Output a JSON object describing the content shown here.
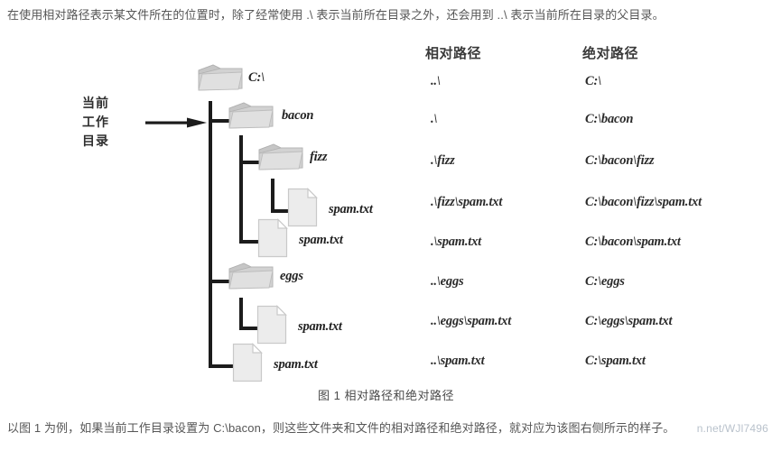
{
  "intro_text": "在使用相对路径表示某文件所在的位置时，除了经常使用 .\\ 表示当前所在目录之外，还会用到 ..\\ 表示当前所在目录的父目录。",
  "figure": {
    "headers": {
      "relative": "相对路径",
      "absolute": "绝对路径"
    },
    "cwd_label": {
      "line1": "当前",
      "line2": "工作",
      "line3": "目录"
    },
    "rows": [
      {
        "name": "C:\\",
        "icon": "folder-icon",
        "depth": 0,
        "relative": "..\\",
        "absolute": "C:\\"
      },
      {
        "name": "bacon",
        "icon": "folder-icon",
        "depth": 1,
        "relative": ".\\",
        "absolute": "C:\\bacon"
      },
      {
        "name": "fizz",
        "icon": "folder-icon",
        "depth": 2,
        "relative": ".\\fizz",
        "absolute": "C:\\bacon\\fizz"
      },
      {
        "name": "spam.txt",
        "icon": "file-icon",
        "depth": 3,
        "relative": ".\\fizz\\spam.txt",
        "absolute": "C:\\bacon\\fizz\\spam.txt"
      },
      {
        "name": "spam.txt",
        "icon": "file-icon",
        "depth": 2,
        "relative": ".\\spam.txt",
        "absolute": "C:\\bacon\\spam.txt"
      },
      {
        "name": "eggs",
        "icon": "folder-icon",
        "depth": 1,
        "relative": "..\\eggs",
        "absolute": "C:\\eggs"
      },
      {
        "name": "spam.txt",
        "icon": "file-icon",
        "depth": 2,
        "relative": "..\\eggs\\spam.txt",
        "absolute": "C:\\eggs\\spam.txt"
      },
      {
        "name": "spam.txt",
        "icon": "file-icon",
        "depth": 1,
        "relative": "..\\spam.txt",
        "absolute": "C:\\spam.txt"
      }
    ],
    "caption": "图 1 相对路径和绝对路径"
  },
  "outro_text": "以图 1 为例，如果当前工作目录设置为 C:\\bacon，则这些文件夹和文件的相对路径和绝对路径，就对应为该图右侧所示的样子。",
  "watermark": "n.net/WJl7496",
  "colors": {
    "body_text": "#565656",
    "tree_line": "#1c1c1c",
    "folder_fill": "#cdcdcd",
    "file_fill": "#eeeeee"
  }
}
